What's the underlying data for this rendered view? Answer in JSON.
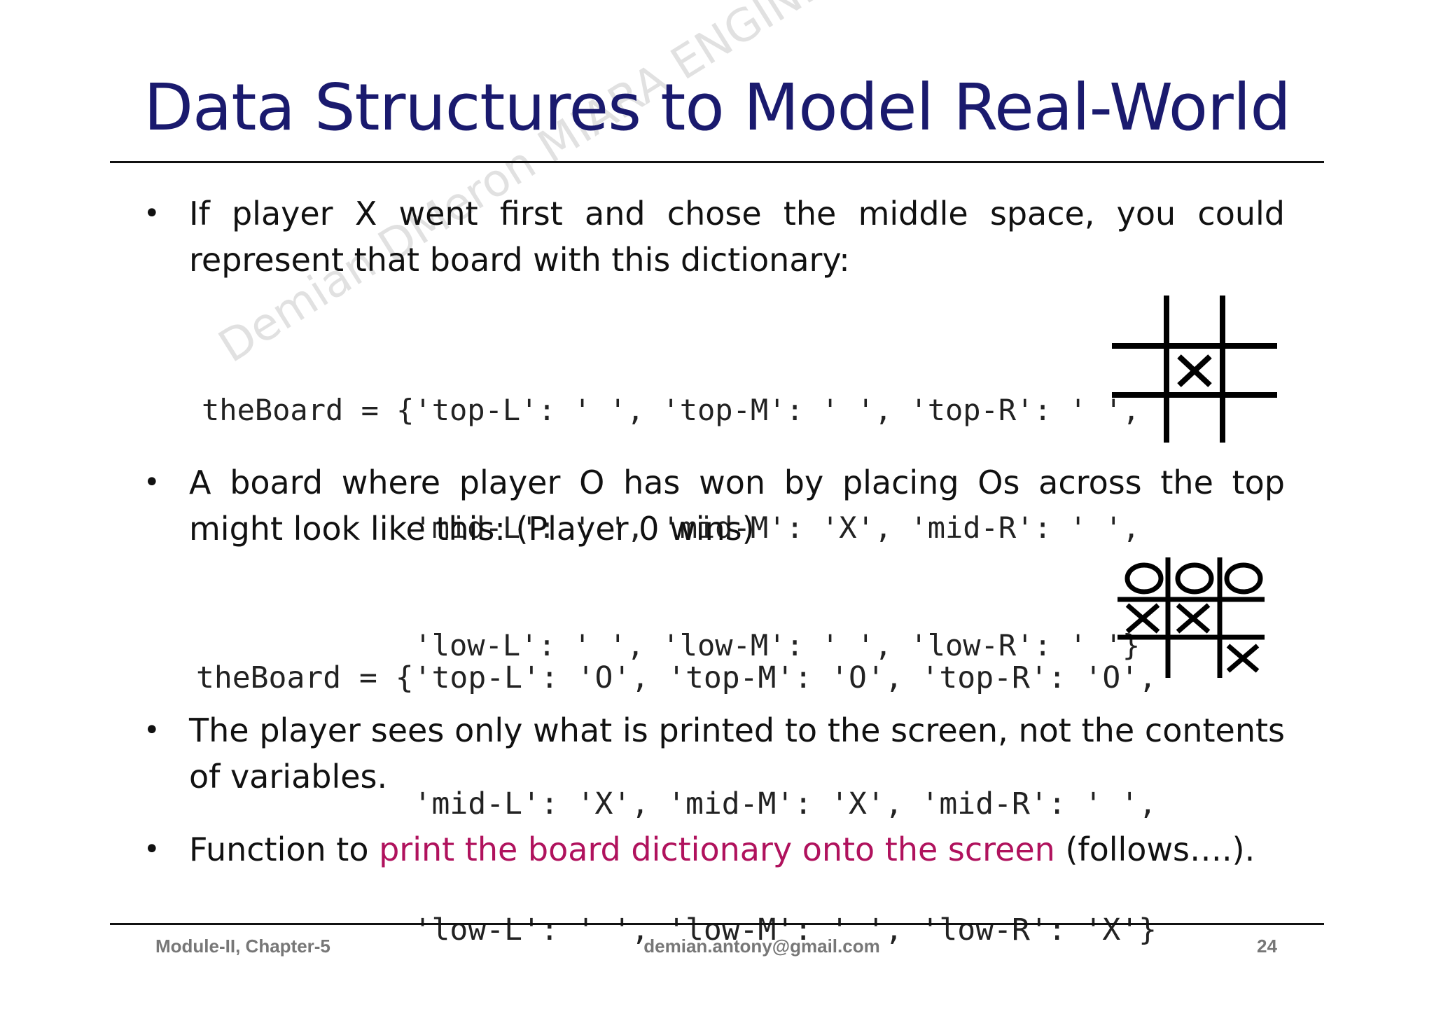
{
  "title": "Data Structures to Model Real-World",
  "bullets": [
    {
      "text": "If player X went first and chose the middle space, you could represent that board with this dictionary:"
    },
    {
      "text": "A board where player O has won by placing Os across the top might look like this: (Player 0 wins)"
    },
    {
      "text": "The player sees only what is printed to the screen, not the contents of variables."
    },
    {
      "prefix": "Function to ",
      "highlight": "print the board dictionary onto the screen",
      "suffix": " (follows….)."
    }
  ],
  "code1": [
    "theBoard = {'top-L': ' ', 'top-M': ' ', 'top-R': ' ',",
    "            'mid-L': ' ', 'mid-M': 'X', 'mid-R': ' ',",
    "            'low-L': ' ', 'low-M': ' ', 'low-R': ' '}"
  ],
  "code2": [
    "theBoard = {'top-L': 'O', 'top-M': 'O', 'top-R': 'O',",
    "            'mid-L': 'X', 'mid-M': 'X', 'mid-R': ' ',",
    "            'low-L': ' ', 'low-M': ' ', 'low-R': 'X'}"
  ],
  "watermark": "Demian DMeron MIARA ENGINEERING COLLE",
  "footer": {
    "left": "Module-II, Chapter-5",
    "center": "demian.antony@gmail.com",
    "right": "24"
  },
  "colors": {
    "title": "#1a1a6e",
    "highlight": "#b0125d"
  }
}
